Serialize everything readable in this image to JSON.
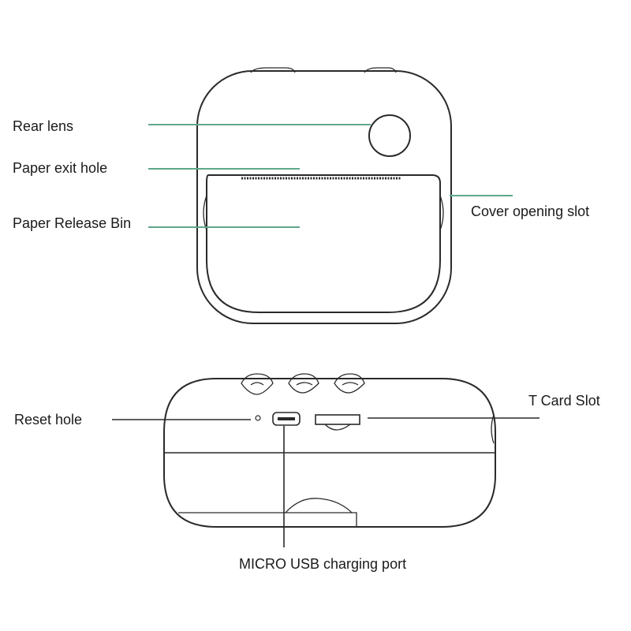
{
  "diagram": {
    "top_view_labels": {
      "rear_lens": "Rear lens",
      "paper_exit_hole": "Paper exit hole",
      "paper_release_bin": "Paper Release Bin",
      "cover_opening_slot": "Cover opening slot"
    },
    "bottom_view_labels": {
      "reset_hole": "Reset hole",
      "t_card_slot": "T Card Slot",
      "micro_usb_port": "MICRO USB charging port"
    },
    "colors": {
      "leader_green": "#5fa88a",
      "leader_black": "#2a2a2a",
      "outline": "#2a2a2a"
    }
  }
}
